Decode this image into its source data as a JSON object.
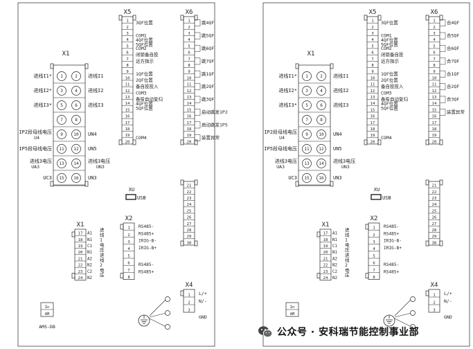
{
  "panels": [
    {
      "id": "left",
      "x1": {
        "title": "X1",
        "rows": [
          {
            "left": "进线I1*",
            "n1": "1",
            "n2": "2",
            "right": "进线I1"
          },
          {
            "left": "进线I2*",
            "n1": "3",
            "n2": "4",
            "right": "进线I2"
          },
          {
            "left": "进线I3*",
            "n1": "5",
            "n2": "6",
            "right": "进线I3"
          },
          {
            "left": "",
            "n1": "7",
            "n2": "8",
            "right": ""
          },
          {
            "left": "IP2段母线电压",
            "left2": "U4",
            "n1": "9",
            "n2": "10",
            "right": "UN4"
          },
          {
            "left": "IP5段母线电压",
            "n1": "11",
            "n2": "12",
            "right": "UN5"
          },
          {
            "left": "进线3电压",
            "left2": "UA3",
            "n1": "13",
            "n2": "14",
            "right": "进线3电压",
            "right2": "UN3"
          },
          {
            "left": "UC3",
            "n1": "15",
            "n2": "16",
            "right": "UN3"
          }
        ]
      },
      "x5": {
        "title": "X5",
        "terms": [
          "1",
          "2",
          "3",
          "4",
          "5",
          "6",
          "7",
          "8",
          "9",
          "10",
          "11",
          "12",
          "13",
          "14",
          "15",
          "16",
          "17",
          "18",
          "19",
          "20"
        ],
        "labels": [
          [
            "3QF位置"
          ],
          [
            "COM1"
          ],
          [
            "4QF位置",
            "5QF位置"
          ],
          [
            "COM2"
          ],
          [
            "闭锁备自投"
          ],
          [
            "远方指示"
          ],
          [
            "1QF位置"
          ],
          [
            "2QF位置"
          ],
          [
            "备自投投入"
          ],
          [
            "COM3"
          ],
          [
            "备投自动复归"
          ],
          [
            "4QF位置",
            "5QF位置"
          ],
          [
            "COM4"
          ]
        ]
      },
      "x6": {
        "title": "X6",
        "terms": [
          "1",
          "2",
          "3",
          "4",
          "5",
          "6",
          "7",
          "8",
          "9",
          "10",
          "11",
          "12",
          "13",
          "14",
          "15",
          "16",
          "17",
          "18",
          "19",
          "20",
          "21",
          "22",
          "23",
          "24",
          "25",
          "26",
          "27",
          "28",
          "29",
          "30"
        ],
        "labels": [
          "跳4QF",
          "跳5QF",
          "跳6QF",
          "跳7QF",
          "跳1QF",
          "跳2QF",
          "跳3QF",
          "启动跳发1P2",
          "启动跳发1P5",
          "装置异常"
        ]
      },
      "usb": {
        "title": "XU",
        "label": "USB"
      },
      "x1b": {
        "title": "X1",
        "terms": [
          "17",
          "18",
          "19",
          "20",
          "21",
          "22",
          "23",
          "24"
        ],
        "pins": [
          "A1",
          "N1",
          "C1",
          "N1",
          "A2",
          "N2",
          "C2",
          "N2"
        ],
        "vlabels": [
          "进",
          "线",
          "1",
          "电",
          "压",
          "进",
          "线",
          "2",
          "电",
          "压"
        ]
      },
      "x2": {
        "title": "X2",
        "terms": [
          "1",
          "2",
          "3",
          "4",
          "5",
          "6",
          "7",
          "8"
        ],
        "labels": [
          "RS485-",
          "RS485+",
          "IRIG-B-",
          "IRIG-B+",
          "RS485-",
          "RS485+"
        ]
      },
      "x4": {
        "title": "X4",
        "terms": [
          "1",
          "2",
          "3"
        ],
        "labels": [
          "L/+",
          "N/-",
          "GND"
        ]
      },
      "fuse": {
        "top": "In",
        "bottom": "AM",
        "model": "AM5-DB"
      }
    },
    {
      "id": "right",
      "x1": {
        "title": "X1",
        "rows": [
          {
            "left": "进线I1*",
            "n1": "1",
            "n2": "2",
            "right": "进线I1"
          },
          {
            "left": "进线I2*",
            "n1": "3",
            "n2": "4",
            "right": "进线I2"
          },
          {
            "left": "进线I3*",
            "n1": "5",
            "n2": "6",
            "right": "进线I3"
          },
          {
            "left": "",
            "n1": "7",
            "n2": "8",
            "right": ""
          },
          {
            "left": "IP2段母线电压",
            "left2": "U4",
            "n1": "9",
            "n2": "10",
            "right": "UN4"
          },
          {
            "left": "IP5段母线电压",
            "n1": "11",
            "n2": "12",
            "right": "UN5"
          },
          {
            "left": "进线3电压",
            "left2": "UA3",
            "n1": "13",
            "n2": "14",
            "right": "进线3电压",
            "right2": "UN3"
          },
          {
            "left": "UC3",
            "n1": "15",
            "n2": "16",
            "right": "UN3"
          }
        ]
      },
      "x5": {
        "title": "X5",
        "terms": [
          "1",
          "2",
          "3",
          "4",
          "5",
          "6",
          "7",
          "8",
          "9",
          "10",
          "11",
          "12",
          "13",
          "14",
          "15",
          "16",
          "17",
          "18",
          "19",
          "20"
        ],
        "labels": [
          [
            "3QF位置"
          ],
          [
            "COM1"
          ],
          [
            "4QF位置",
            "5QF位置"
          ],
          [
            "COM2"
          ],
          [
            "闭锁备自投"
          ],
          [
            "远方指示"
          ],
          [
            "1QF位置"
          ],
          [
            "2QF位置"
          ],
          [
            "备自投投入"
          ],
          [
            "COM3"
          ],
          [
            "备投自动复归"
          ],
          [
            "4QF位置",
            "5QF位置"
          ],
          [
            "COM4"
          ]
        ]
      },
      "x6": {
        "title": "X6",
        "terms": [
          "1",
          "2",
          "3",
          "4",
          "5",
          "6",
          "7",
          "8",
          "9",
          "10",
          "11",
          "12",
          "13",
          "14",
          "15",
          "16",
          "17",
          "18",
          "19",
          "20",
          "21",
          "22",
          "23",
          "24",
          "25",
          "26",
          "27",
          "28",
          "29",
          "30"
        ],
        "labels": [
          "合4QF",
          "合5QF",
          "合6QF",
          "合7QF",
          "合1QF",
          "合2QF",
          "合3QF",
          "装置异常"
        ]
      },
      "usb": {
        "title": "XU",
        "label": "USB"
      },
      "x1b": {
        "title": "X1",
        "terms": [
          "17",
          "18",
          "19",
          "20",
          "21",
          "22",
          "23",
          "24"
        ],
        "pins": [
          "A1",
          "N1",
          "C1",
          "N1",
          "A2",
          "N2",
          "C2",
          "N2"
        ],
        "vlabels": [
          "进",
          "线",
          "1",
          "电",
          "压",
          "进",
          "线",
          "2",
          "电",
          "压"
        ]
      },
      "x2": {
        "title": "X2",
        "terms": [
          "1",
          "2",
          "3",
          "4",
          "5",
          "6",
          "7",
          "8"
        ],
        "labels": [
          "RS485-",
          "RS485+",
          "IRIG-B-",
          "IRIG-B+",
          "RS485-",
          "RS485+"
        ]
      },
      "x4": {
        "title": "X4",
        "terms": [
          "1",
          "2",
          "3"
        ],
        "labels": [
          "L/+",
          "N/-",
          "GND"
        ]
      },
      "fuse": {
        "top": "In",
        "bottom": "AM",
        "model": ""
      }
    }
  ],
  "watermark": {
    "text": "公众号 · 安科瑞节能控制事业部",
    "icon": "wechat-icon"
  }
}
